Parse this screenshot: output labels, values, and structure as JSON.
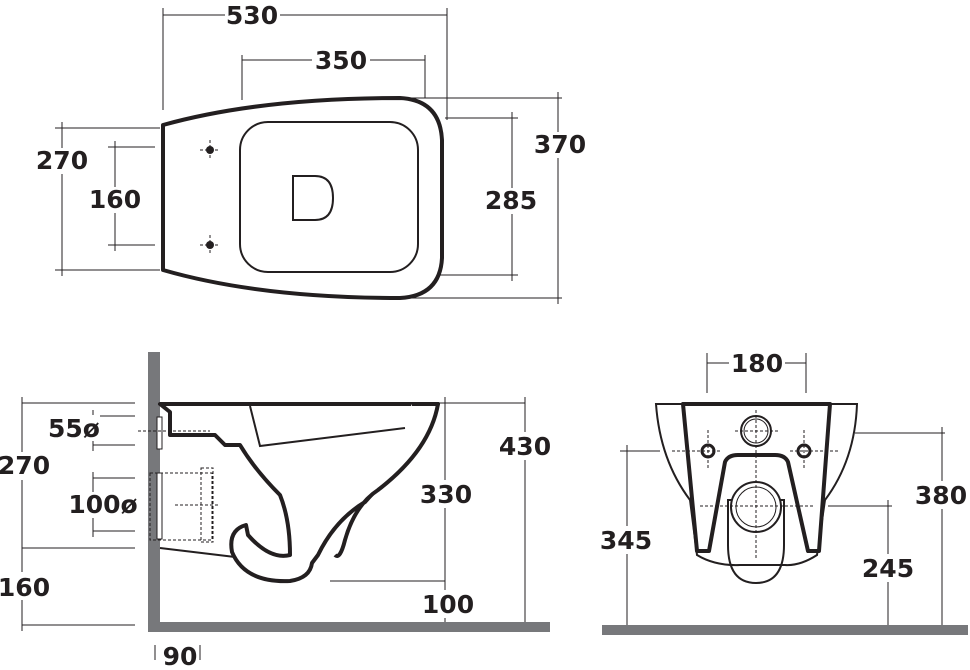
{
  "top_view": {
    "overall_length": "530",
    "seat_length": "350",
    "rear_width": "270",
    "fixing_centres": "160",
    "seat_width": "285",
    "overall_width": "370"
  },
  "side_view": {
    "water_inlet_diameter": "55ø",
    "inlet_height": "270",
    "waste_diameter": "100ø",
    "waste_height": "160",
    "rim_height": "430",
    "bowl_depth": "330",
    "bottom_clearance": "100",
    "wall_offset": "90"
  },
  "front_view": {
    "fixing_spacing": "180",
    "fixing_height": "345",
    "inlet_height": "380",
    "waste_height": "245"
  },
  "colors": {
    "line": "#231f20",
    "wall": "#77787b"
  }
}
